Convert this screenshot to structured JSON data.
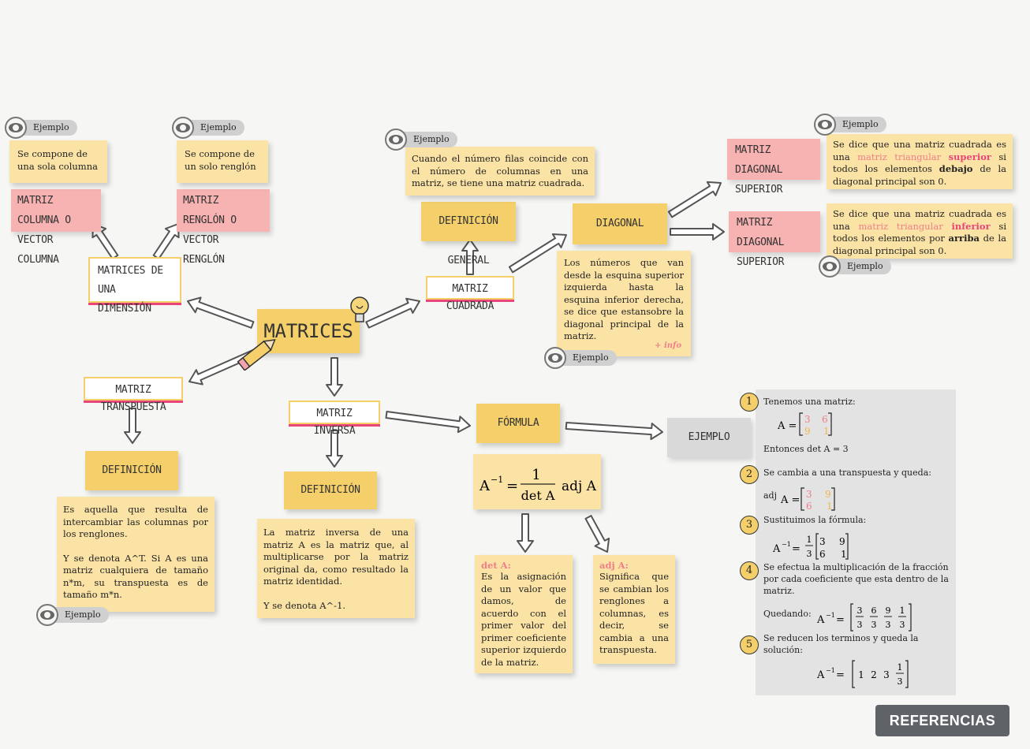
{
  "center": {
    "title": "MATRICES"
  },
  "tag_label": "Ejemplo",
  "one_dim": {
    "title": "MATRICES DE UNA DIMENSIÓN",
    "col": {
      "title": "MATRIZ COLUMNA O VECTOR COLUMNA",
      "desc": "Se compone de una sola columna"
    },
    "row": {
      "title": "MATRIZ RENGLÓN O VECTOR RENGLÓN",
      "desc": "Se compone de un solo renglón"
    }
  },
  "square": {
    "title": "MATRIZ CUADRADA",
    "general_def_title": "DEFINICIÓN GENERAL",
    "general_def_text": "Cuando el número filas coincide con el número de columnas en una matriz, se tiene una matriz cuadrada.",
    "diagonal_title": "DIAGONAL PRINCIPAL",
    "diagonal_text": "Los números que van desde la esquina superior izquierda hasta la esquina inferior derecha, se dice que estansobre la diagonal principal de la matriz.",
    "more_info": "+ info",
    "upper": {
      "title": "MATRIZ DIAGONAL SUPERIOR",
      "t1": "Se dice que una matriz cuadrada es una ",
      "t2": "matriz triangular ",
      "t3": "superior",
      "t4": " si todos los elementos ",
      "t5": "debajo",
      "t6": " de la diagonal principal son 0."
    },
    "lower": {
      "title": "MATRIZ DIAGONAL SUPERIOR",
      "t1": "Se dice que una matriz cuadrada es una ",
      "t2": "matriz triangular ",
      "t3": "inferior",
      "t4": " si todos los elementos por ",
      "t5": "arriba",
      "t6": " de la diagonal principal son 0."
    }
  },
  "transpose": {
    "title": "MATRIZ TRANSPUESTA",
    "def_title": "DEFINICIÓN",
    "p1": "Es aquella que resulta de intercambiar las columnas por los renglones.",
    "p2": "Y se denota A^T. Si A es una matriz cualquiera de tamaño n*m, su transpuesta es de tamaño m*n."
  },
  "inverse": {
    "title": "MATRIZ INVERSA",
    "def_title": "DEFINICIÓN",
    "p1": "La matriz inversa de una matriz A es la matriz que, al multiplicarse por la matriz original da, como resultado la matriz identidad.",
    "p2": "Y se denota A^-1.",
    "formula_title": "FÓRMULA",
    "det_label": "det A:",
    "det_text": "Es la asignación de un valor que damos, de acuerdo con el primer valor del primer coeficiente superior izquierdo de la matriz.",
    "adj_label": "adj A:",
    "adj_text": "Significa que se cambian los renglones a columnas, es decir, se cambia a una transpuesta.",
    "example_title": "EJEMPLO"
  },
  "example": {
    "s1": "Tenemos una matriz:",
    "s1b": "Entonces det A = 3",
    "s2": "Se cambia a una transpuesta y queda:",
    "s3": "Sustituimos la fórmula:",
    "s4": "Se efectua la multiplicación de la fracción por cada coeficiente que esta dentro de la matriz.",
    "s4b": "Quedando:",
    "s5": "Se reducen los terminos y queda la solución:",
    "adj_prefix": "adj"
  },
  "steps": [
    "1",
    "2",
    "3",
    "4",
    "5"
  ],
  "references_button": "REFERENCIAS",
  "colors": {
    "accent_pink": "#e8457a",
    "sticky_yellow": "#fbe3a6",
    "sticky_gold": "#f4cf6a",
    "sticky_pink": "#f7b2b2",
    "button": "#5f6368"
  }
}
